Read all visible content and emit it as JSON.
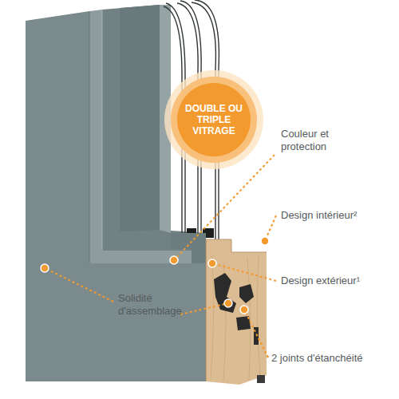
{
  "diagram": {
    "nodes": [
      {
        "text": [
          "DOUBLE OU TRIPLE VITRAGE"
        ]
      }
    ],
    "labels": [
      "Couleur et protection",
      "Design intérieur²",
      "Design extérieur¹",
      "Solidité d'assemblage",
      "2 joints d'étanchéité"
    ]
  }
}
